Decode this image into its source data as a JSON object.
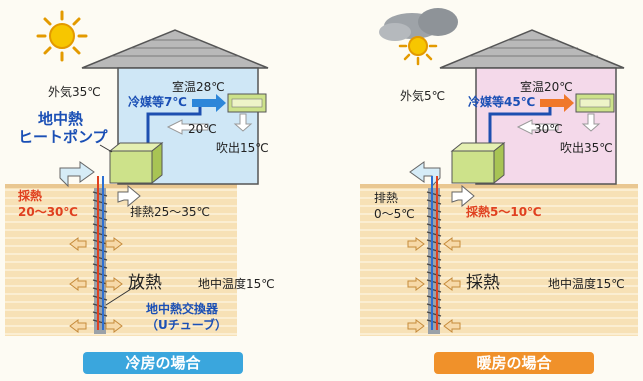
{
  "cooling": {
    "outside_temp": "外気35℃",
    "heat_pump_line1": "地中熱",
    "heat_pump_line2": "ヒートポンプ",
    "room_temp": "室温28℃",
    "refrigerant": "冷媒等7℃",
    "return_temp": "20℃",
    "blow_out": "吹出15℃",
    "collect": "採熱",
    "collect_range": "20〜30℃",
    "exhaust": "排熱25〜35℃",
    "release": "放熱",
    "ground_temp": "地中温度15℃",
    "exchanger_line1": "地中熱交換器",
    "exchanger_line2": "（Uチューブ）",
    "case_label": "冷房の場合"
  },
  "heating": {
    "outside_temp": "外気5℃",
    "room_temp": "室温20℃",
    "refrigerant": "冷媒等45℃",
    "return_temp": "30℃",
    "blow_out": "吹出35℃",
    "exhaust": "排熱",
    "exhaust_range": "0〜5℃",
    "collect": "採熱5〜10℃",
    "collect_ground": "採熱",
    "ground_temp": "地中温度15℃",
    "case_label": "暖房の場合"
  },
  "colors": {
    "cooling_room": "#cfe7f6",
    "heating_room": "#f4d9ea",
    "earth": "#f6deb0",
    "cooling_badge": "#3aa6dd",
    "heating_badge": "#f0912a",
    "unit": "#cde28a"
  }
}
